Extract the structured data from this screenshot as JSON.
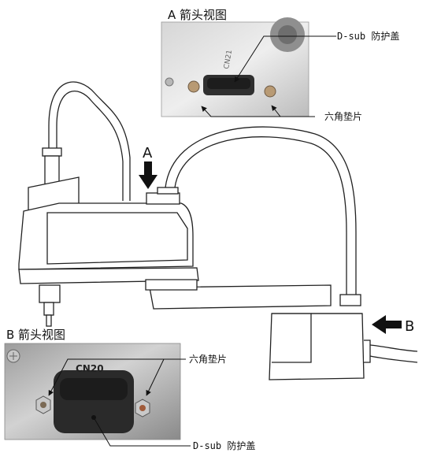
{
  "view_a": {
    "title": "A 箭头视图",
    "connector_label": "CN21",
    "callout_cover": "D-sub 防护盖",
    "callout_gasket": "六角垫片"
  },
  "view_b": {
    "title": "B 箭头视图",
    "connector_label": "CN20",
    "callout_cover": "D-sub 防护盖",
    "callout_gasket": "六角垫片"
  },
  "arrows": {
    "a_label": "A",
    "b_label": "B"
  }
}
